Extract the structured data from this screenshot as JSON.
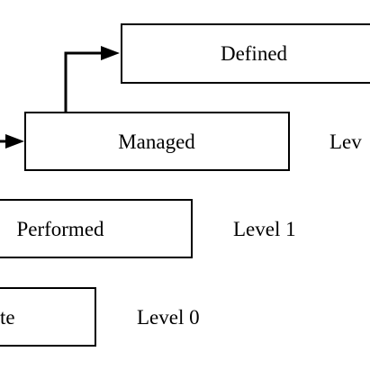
{
  "diagram": {
    "boxes": {
      "defined": {
        "label": "Defined"
      },
      "managed": {
        "label": "Managed"
      },
      "performed": {
        "label": "Performed"
      },
      "incomplete": {
        "label": "te"
      }
    },
    "levels": {
      "managed": "Lev",
      "performed": "Level 1",
      "incomplete": "Level 0"
    }
  },
  "colors": {
    "stroke": "#000000",
    "background": "#ffffff"
  }
}
